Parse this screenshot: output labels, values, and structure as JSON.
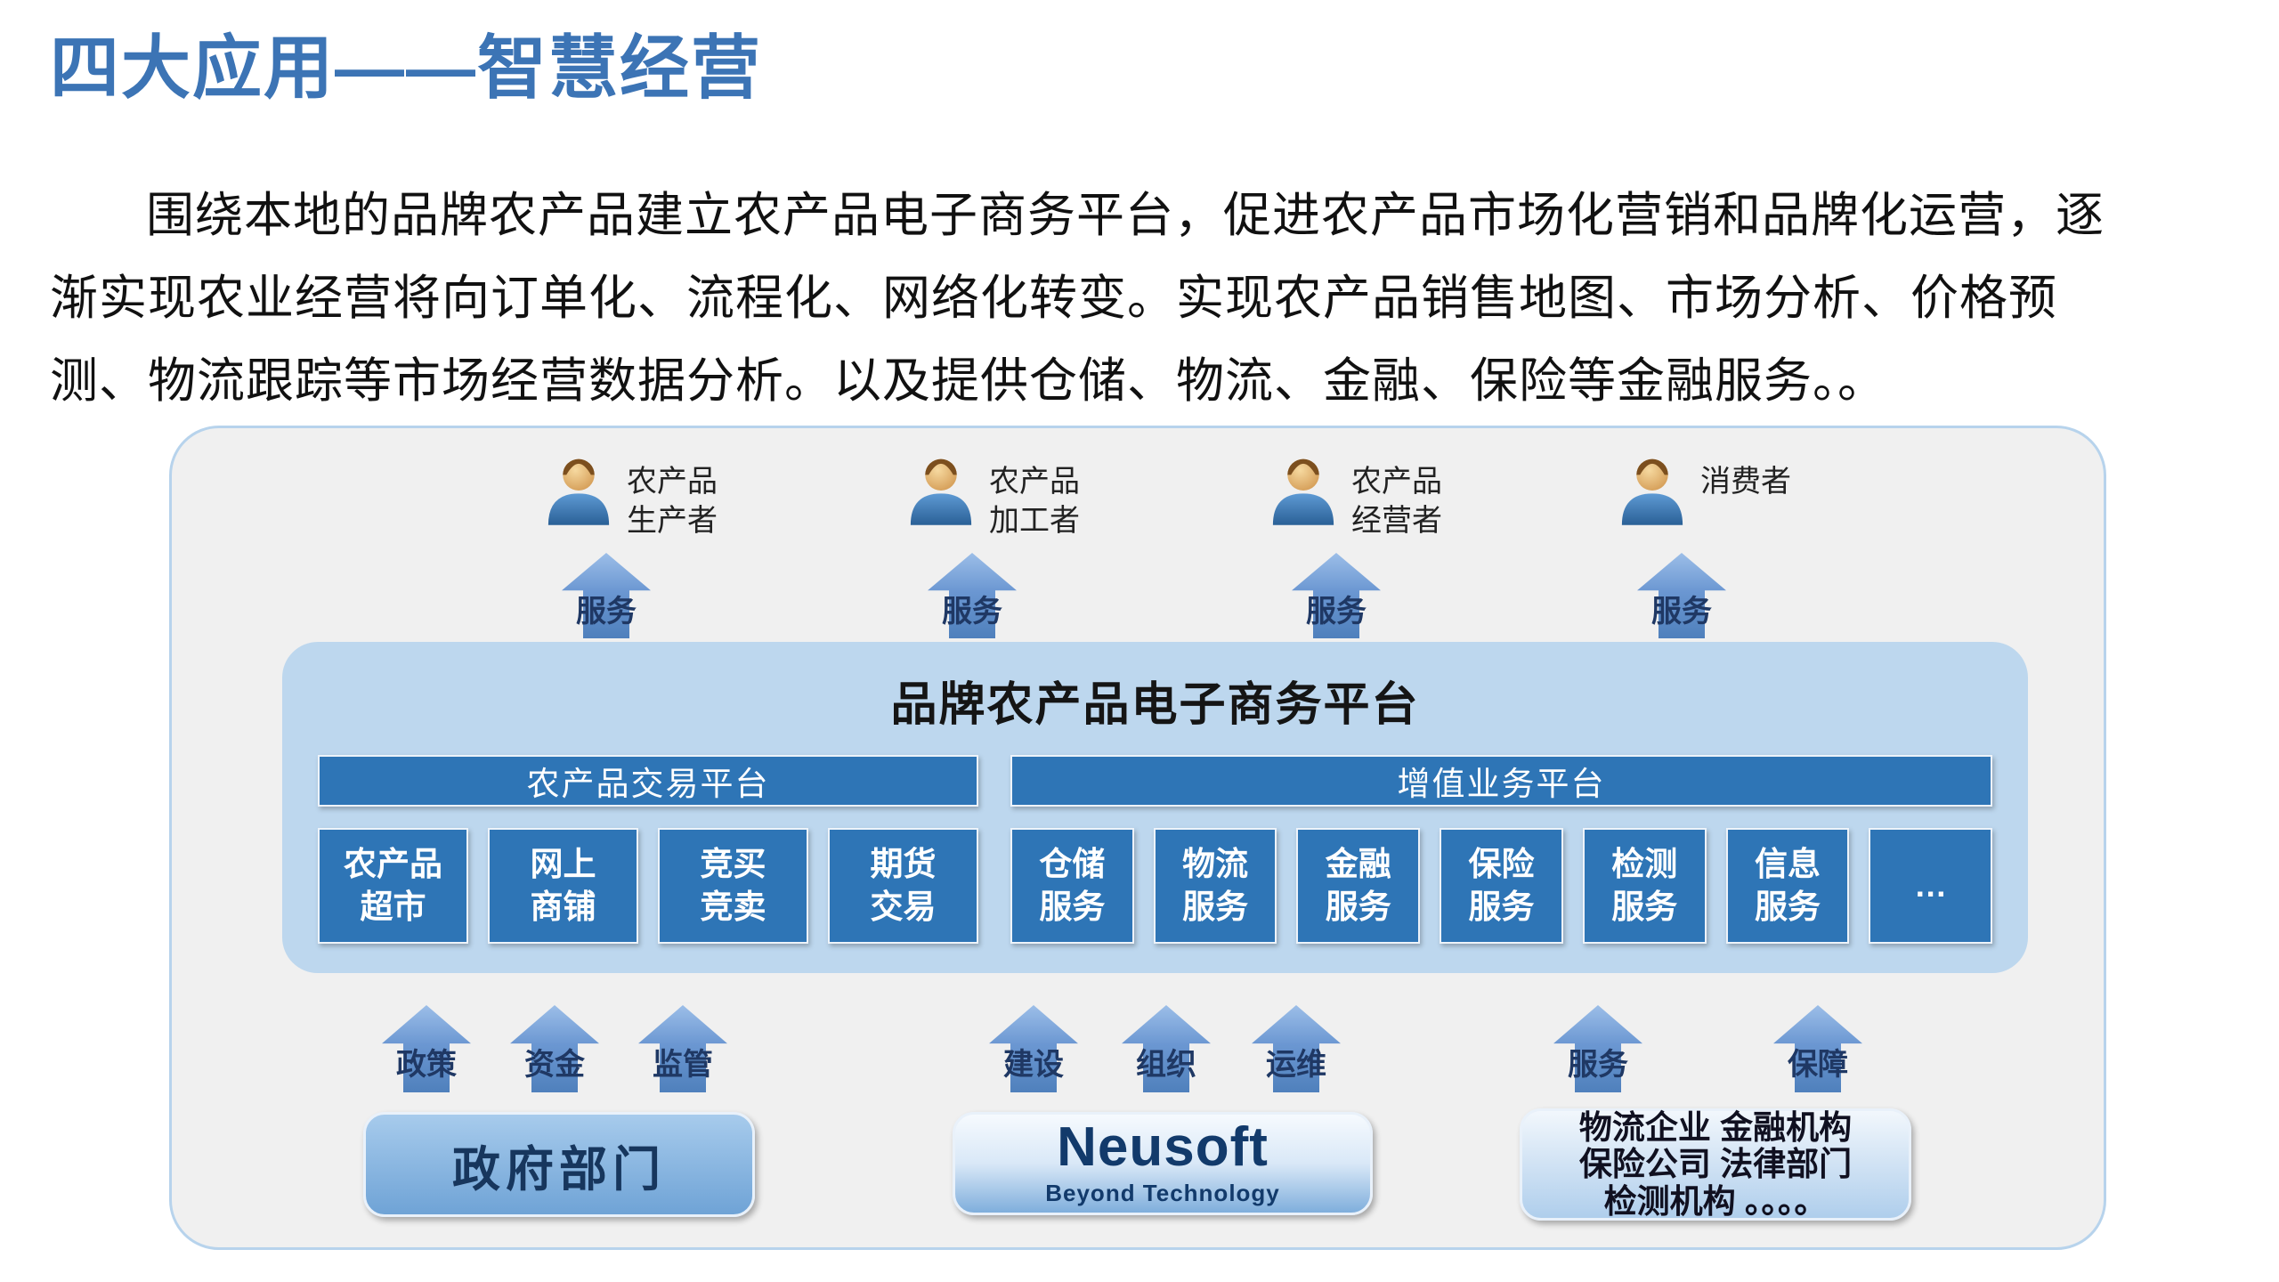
{
  "page": {
    "title": "四大应用——智慧经营",
    "paragraph": "围绕本地的品牌农产品建立农产品电子商务平台，促进农产品市场化营销和品牌化运营，逐渐实现农业经营将向订单化、流程化、网络化转变。实现农产品销售地图、市场分析、价格预测、物流跟踪等市场经营数据分析。以及提供仓储、物流、金融、保险等金融服务。。"
  },
  "colors": {
    "title_blue": "#3C74B5",
    "accent_blue": "#2E75B6",
    "platform_bg": "#BDD7EE",
    "arrow_blue": "#6B97D2"
  },
  "diagram": {
    "actors": [
      {
        "name": "农产品\n生产者",
        "arrow_label": "服务"
      },
      {
        "name": "农产品\n加工者",
        "arrow_label": "服务"
      },
      {
        "name": "农产品\n经营者",
        "arrow_label": "服务"
      },
      {
        "name": "消费者",
        "arrow_label": "服务"
      }
    ],
    "platform": {
      "title": "品牌农产品电子商务平台",
      "trading": {
        "header": "农产品交易平台",
        "items": [
          "农产品\n超市",
          "网上\n商铺",
          "竞买\n竞卖",
          "期货\n交易"
        ]
      },
      "value_added": {
        "header": "增值业务平台",
        "items": [
          "仓储\n服务",
          "物流\n服务",
          "金融\n服务",
          "保险\n服务",
          "检测\n服务",
          "信息\n服务",
          "…"
        ]
      }
    },
    "supports": {
      "government": {
        "arrows": [
          "政策",
          "资金",
          "监管"
        ],
        "label": "政府部门"
      },
      "vendor": {
        "arrows": [
          "建设",
          "组织",
          "运维"
        ],
        "logo_main": "Neusoft",
        "logo_sub": "Beyond Technology"
      },
      "partners": {
        "arrows": [
          "服务",
          "保障"
        ],
        "lines": "物流企业 金融机构\n保险公司 法律部门\n检测机构 。。。。"
      }
    }
  }
}
